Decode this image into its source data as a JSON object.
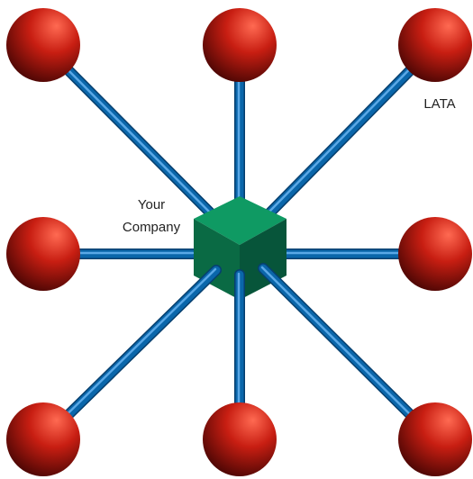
{
  "labels": {
    "company_line1": "Your",
    "company_line2": "Company",
    "lata": "LATA"
  },
  "nodes": [
    {
      "id": "top-left"
    },
    {
      "id": "top-center"
    },
    {
      "id": "top-right"
    },
    {
      "id": "middle-left"
    },
    {
      "id": "middle-right"
    },
    {
      "id": "bottom-left"
    },
    {
      "id": "bottom-center"
    },
    {
      "id": "bottom-right"
    }
  ],
  "colors": {
    "link": "#0a66aa",
    "link_highlight": "#5aa8e6",
    "link_shadow": "#063f6e",
    "sphere_light": "#ff6a52",
    "sphere_mid": "#c81e12",
    "sphere_dark": "#4a0604",
    "hub_top": "#0f9a63",
    "hub_left": "#0a6a44",
    "hub_right": "#07553a"
  }
}
